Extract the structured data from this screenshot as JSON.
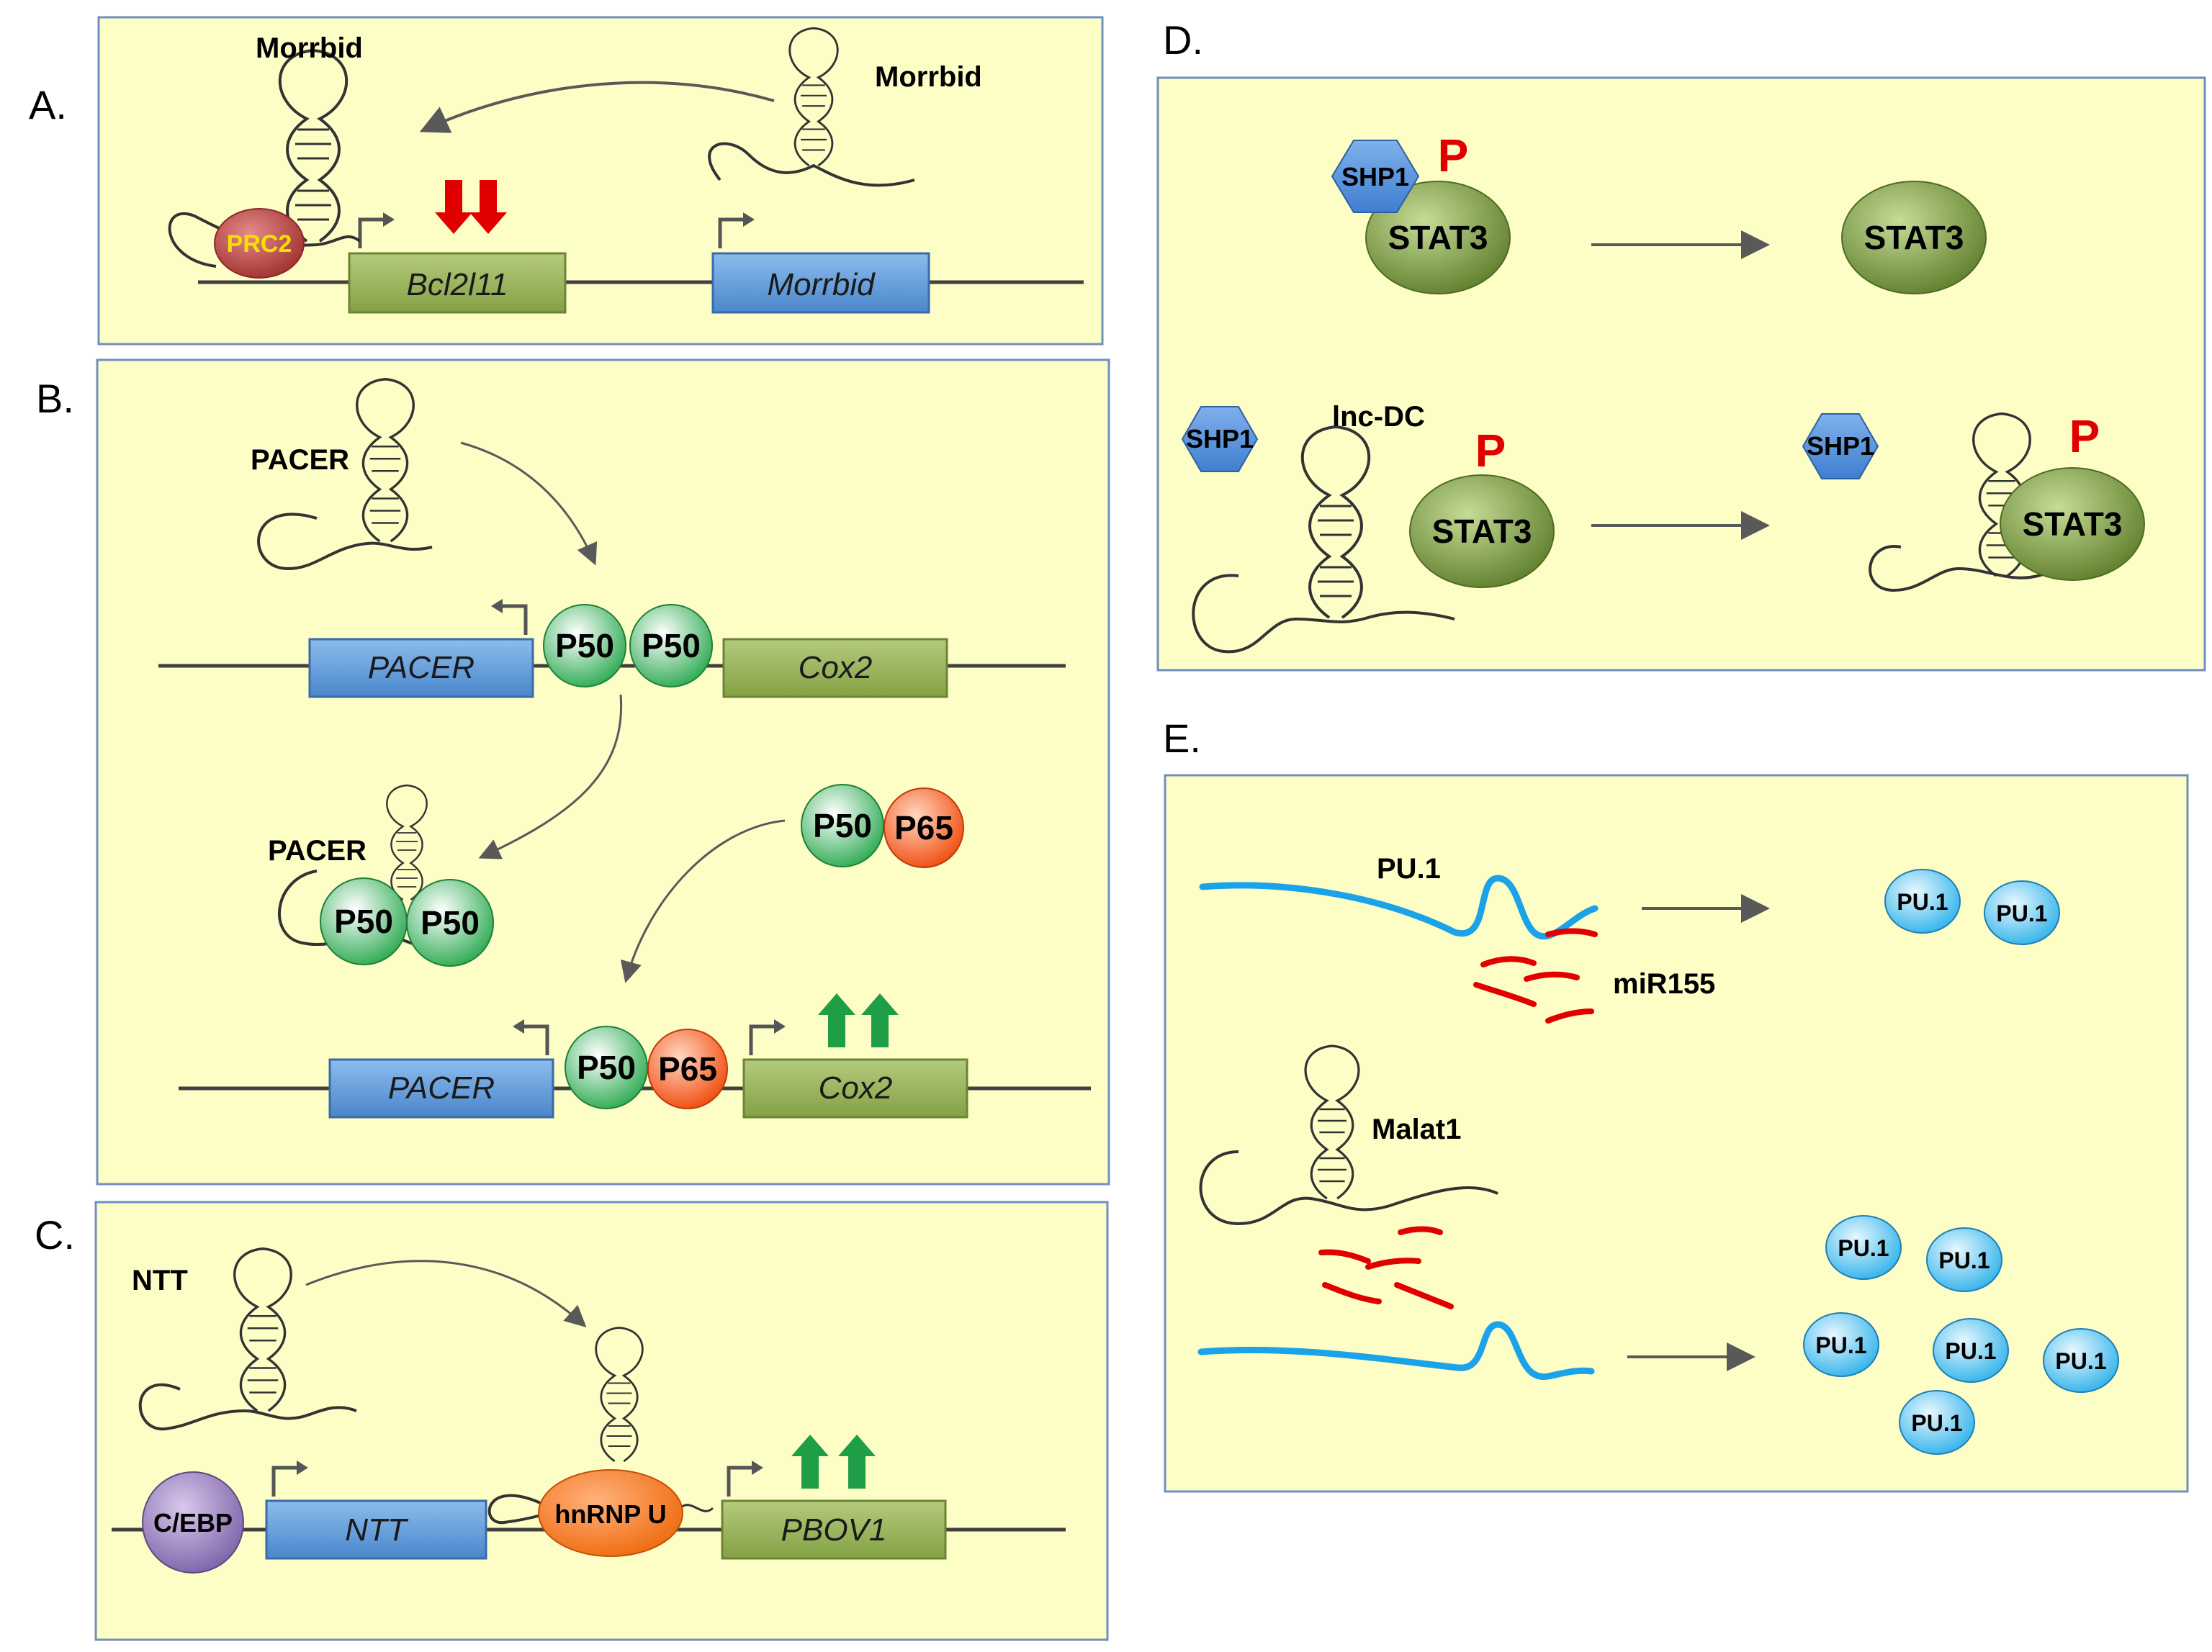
{
  "panels": {
    "A": {
      "label": "A.",
      "rna_left": "Morrbid",
      "rna_right": "Morrbid",
      "protein": "PRC2",
      "gene_1": "Bcl2l11",
      "gene_2": "Morrbid"
    },
    "B": {
      "label": "B.",
      "rna_top": "PACER",
      "rna_mid": "PACER",
      "gene_pacer_top": "PACER",
      "gene_cox_top": "Cox2",
      "p50": "P50",
      "p65": "P65",
      "gene_pacer_bottom": "PACER",
      "gene_cox_bottom": "Cox2"
    },
    "C": {
      "label": "C.",
      "rna": "NTT",
      "protein_cebp": "C/EBP",
      "gene_ntt": "NTT",
      "protein_hnrnp": "hnRNP U",
      "gene_pbov1": "PBOV1"
    },
    "D": {
      "label": "D.",
      "shp1": "SHP1",
      "stat3": "STAT3",
      "phospho": "P",
      "rna": "lnc-DC"
    },
    "E": {
      "label": "E.",
      "mrna": "PU.1",
      "mirna": "miR155",
      "rna": "Malat1",
      "protein": "PU.1"
    }
  },
  "colors": {
    "panel_bg": "#fdfdc6",
    "panel_border": "#6f8fbf",
    "gene_blue": "#5b9bd5",
    "gene_green": "#8aa64a",
    "arrow": "#595959",
    "mrna_line": "#1aa3e8",
    "mirna": "#e00000",
    "up_arrow": "#1e9e47",
    "down_arrow": "#e00000"
  },
  "icons": [
    "rna-hairpin-icon",
    "promoter-arrow-icon",
    "up-arrow-icon",
    "down-arrow-icon"
  ]
}
